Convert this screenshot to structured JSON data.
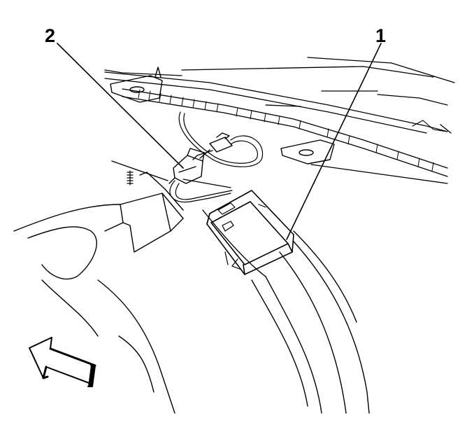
{
  "diagram": {
    "callouts": [
      {
        "id": "1",
        "label": "1",
        "target": "sensor-module"
      },
      {
        "id": "2",
        "label": "2",
        "target": "wiring-connector"
      }
    ],
    "arrow": {
      "direction": "front-of-vehicle",
      "icon": "outline-arrow-icon"
    },
    "colors": {
      "line": "#000000",
      "background": "#ffffff"
    }
  }
}
